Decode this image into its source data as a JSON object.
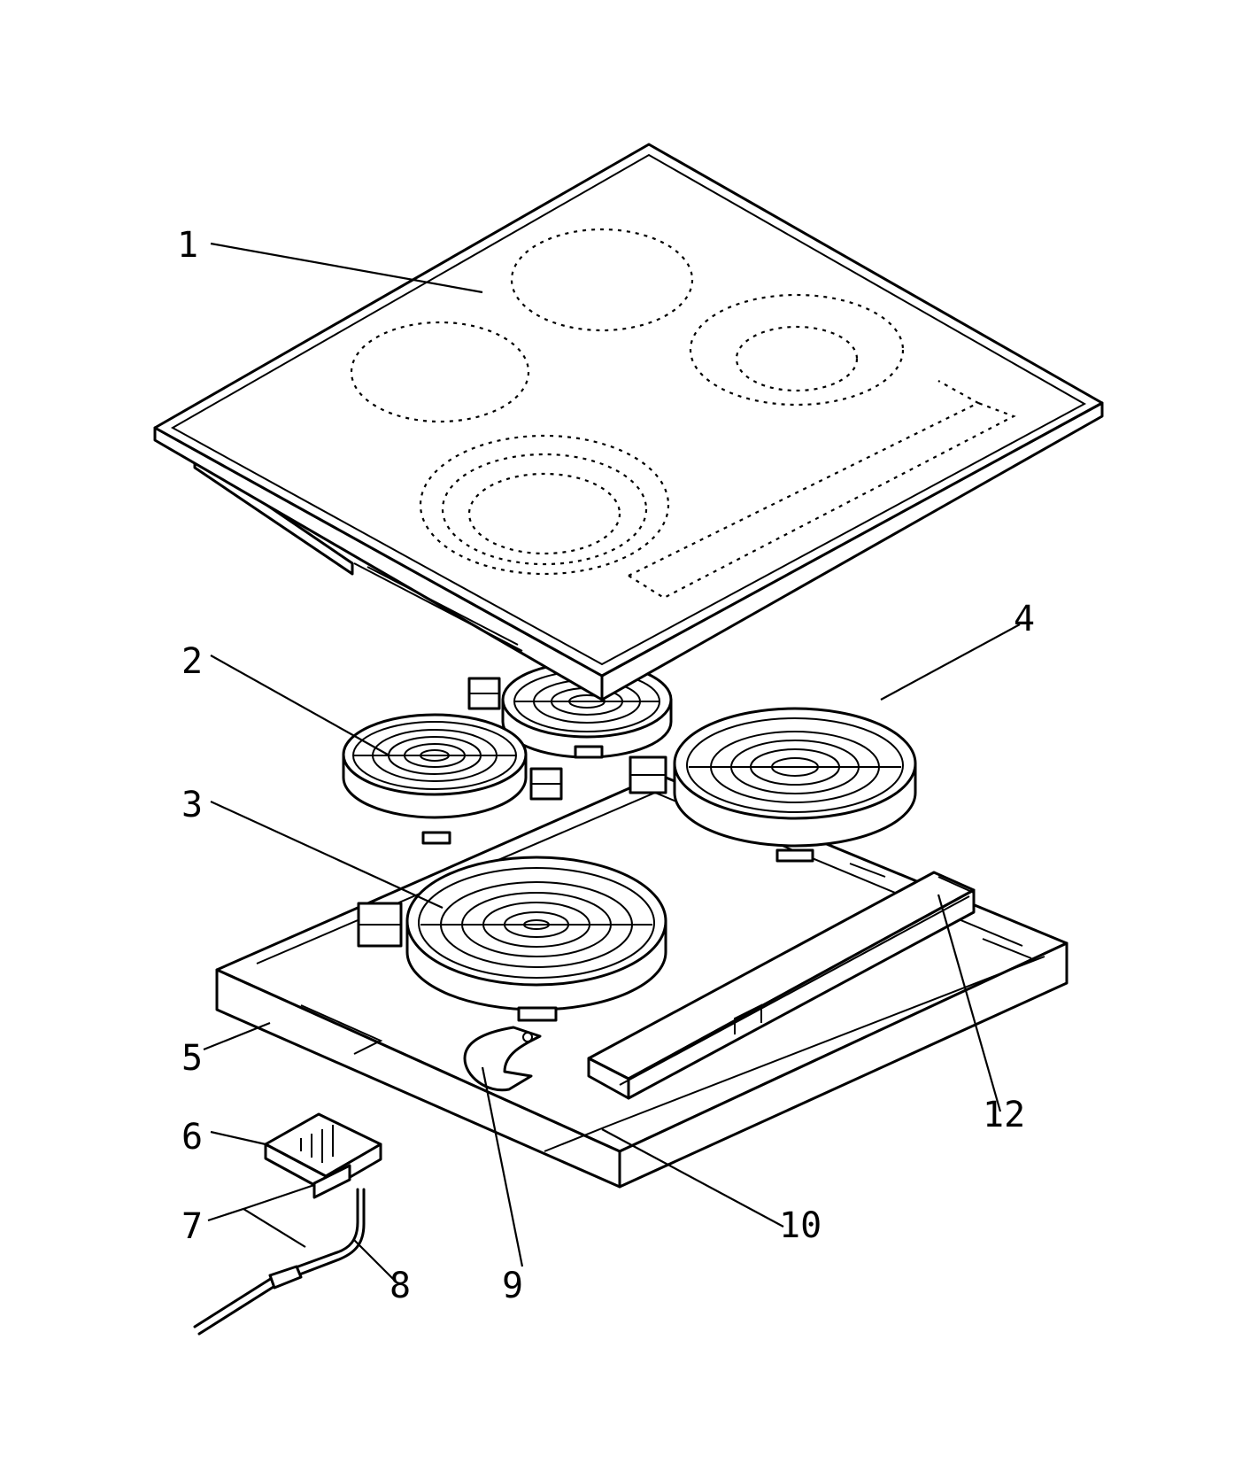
{
  "callouts": [
    {
      "id": "1",
      "label": "1"
    },
    {
      "id": "2",
      "label": "2"
    },
    {
      "id": "3",
      "label": "3"
    },
    {
      "id": "4",
      "label": "4"
    },
    {
      "id": "5",
      "label": "5"
    },
    {
      "id": "6",
      "label": "6"
    },
    {
      "id": "7",
      "label": "7"
    },
    {
      "id": "8",
      "label": "8"
    },
    {
      "id": "9",
      "label": "9"
    },
    {
      "id": "10",
      "label": "10"
    },
    {
      "id": "12",
      "label": "12"
    }
  ]
}
